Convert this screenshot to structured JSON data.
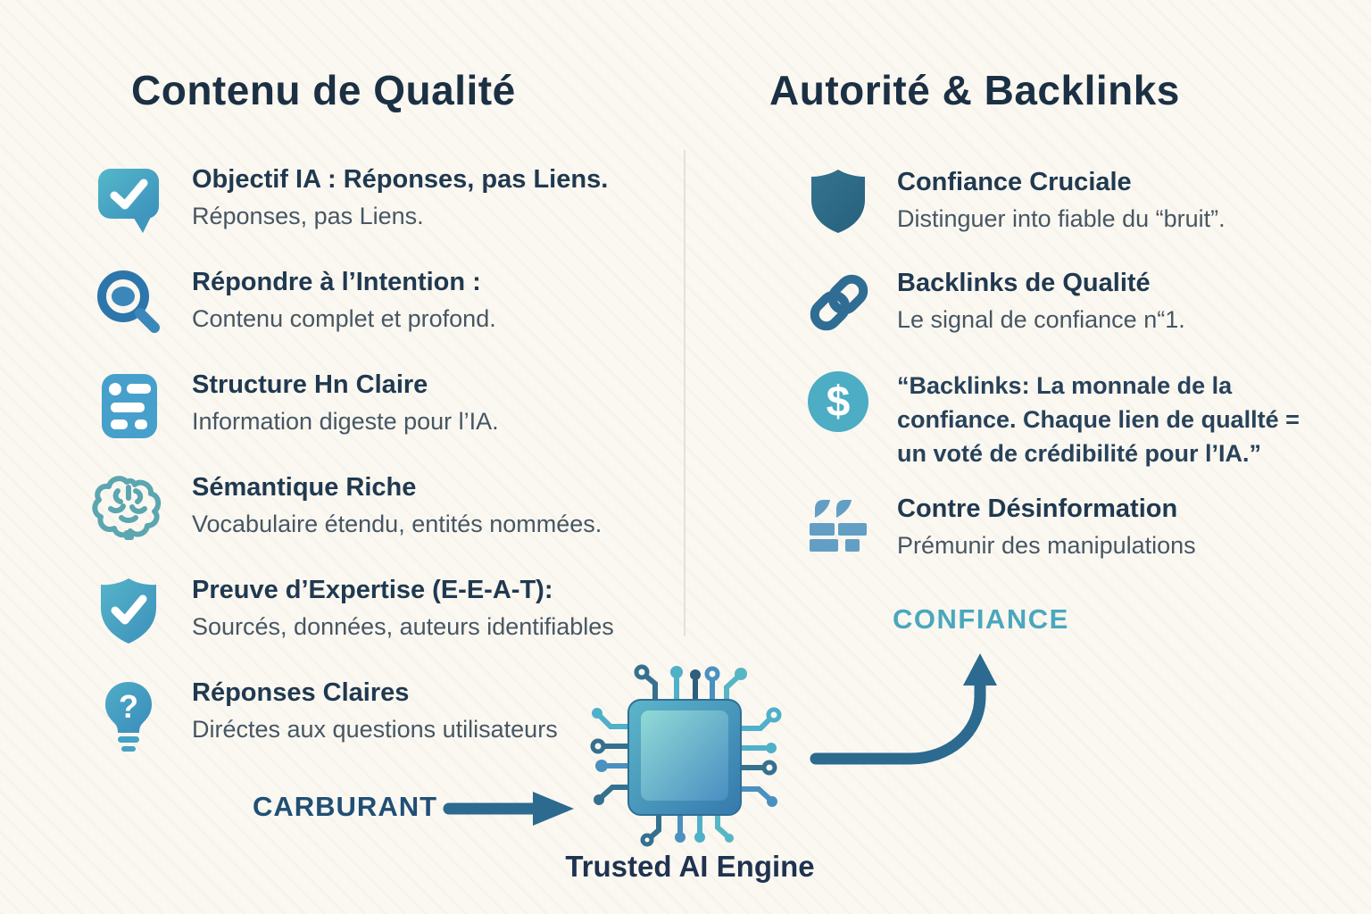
{
  "left_column": {
    "title": "Contenu de Qualité",
    "items": [
      {
        "icon": "chat-check-icon",
        "title": "Objectif IA : Réponses, pas Liens.",
        "subtitle": "Réponses, pas Liens."
      },
      {
        "icon": "search-icon",
        "title": "Répondre à l’Intention :",
        "subtitle": "Contenu complet et profond."
      },
      {
        "icon": "list-icon",
        "title": "Structure Hn Claire",
        "subtitle": "Information digeste pour l’IA."
      },
      {
        "icon": "brain-icon",
        "title": "Sémantique Riche",
        "subtitle": "Vocabulaire étendu, entités nommées."
      },
      {
        "icon": "shield-check-icon",
        "title": "Preuve d’Expertise (E-E-A-T):",
        "subtitle": "Sourcés, données, auteurs identifiables"
      },
      {
        "icon": "bulb-question-icon",
        "title": "Réponses Claires",
        "subtitle": "Diréctes aux questions utilisateurs"
      }
    ]
  },
  "right_column": {
    "title": "Autorité & Backlinks",
    "items": [
      {
        "icon": "shield-icon",
        "title": "Confiance Cruciale",
        "subtitle": "Distinguer into fiable du “bruit”."
      },
      {
        "icon": "link-icon",
        "title": "Backlinks de Qualité",
        "subtitle": "Le signal de confiance n“1."
      },
      {
        "icon": "dollar-icon",
        "quote_lines": [
          "“Backlinks: La monnale de la",
          "confiance. Chaque lien de quallté =",
          "un voté de crédibilité pour l’IA.”"
        ]
      },
      {
        "icon": "brick-wall-icon",
        "title": "Contre Désinformation",
        "subtitle": "Prémunir des manipulations"
      }
    ]
  },
  "flow": {
    "confiance_label": "CONFIANCE",
    "carburant_label": "CARBURANT",
    "engine_label": "Trusted AI Engine"
  },
  "colors": {
    "background": "#faf8f1",
    "heading": "#1c3044",
    "item_title": "#203950",
    "item_subtitle": "#475663",
    "accent_teal": "#4badc5",
    "accent_blue": "#3b87ba",
    "dark_steel": "#2c6a8f",
    "confiance_label": "#4aa7bd",
    "carburant_label": "#204f76"
  }
}
